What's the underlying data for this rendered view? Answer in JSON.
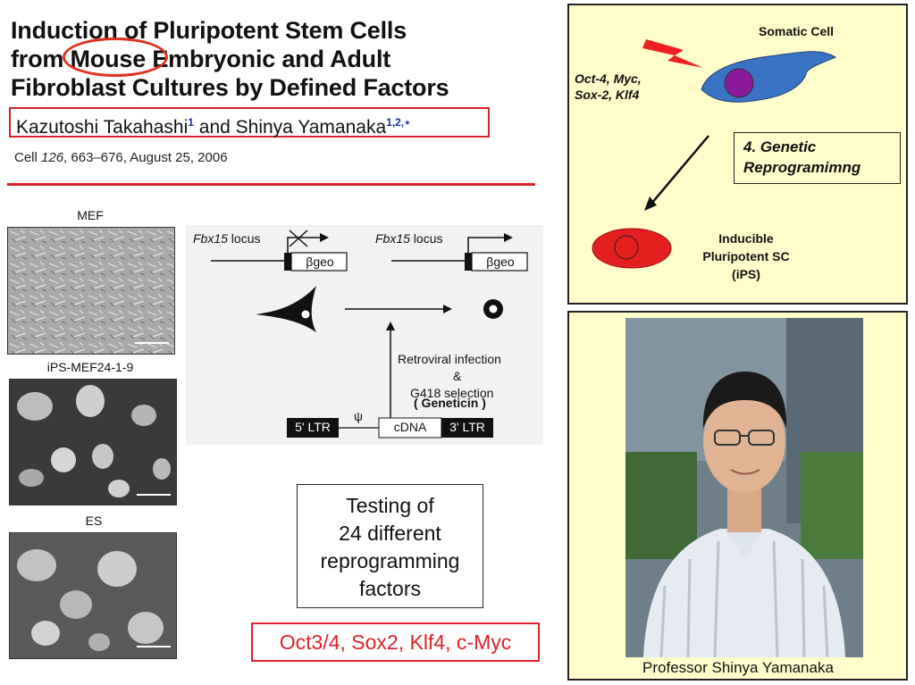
{
  "paper": {
    "title_line1": "Induction of Pluripotent Stem Cells",
    "title_line2_pre": "from ",
    "title_line2_highlight": "Mouse",
    "title_line2_post": " Embryonic and Adult",
    "title_line3": "Fibroblast Cultures by Defined Factors",
    "author1": "Kazutoshi Takahashi",
    "author1_sup": "1",
    "author_and": " and Shinya Yamanaka",
    "author2_sup": "1,2,⋆",
    "citation_journal": "Cell ",
    "citation_volume": "126",
    "citation_rest": ", 663–676, August 25, 2006"
  },
  "images": {
    "mef_label": "MEF",
    "ips_label": "iPS-MEF24-1-9",
    "es_label": "ES"
  },
  "diagram": {
    "locus_left": "Fbx15",
    "locus_left_suffix": " locus",
    "locus_right": "Fbx15",
    "locus_right_suffix": " locus",
    "bgeo_left": "βgeo",
    "bgeo_right": "βgeo",
    "infection_line1": "Retroviral infection",
    "infection_line2": "&",
    "infection_line3": "G418 selection",
    "geneticin": "( Geneticin )",
    "ltr5": "5' LTR",
    "psi": "ψ",
    "cdna": "cDNA",
    "ltr3": "3' LTR"
  },
  "testing_box": {
    "line1": "Testing of",
    "line2": "24 different",
    "line3": "reprogramming",
    "line4": "factors"
  },
  "factors": "Oct3/4, Sox2, Klf4, c-Myc",
  "right_panel": {
    "somatic_cell": "Somatic Cell",
    "factors_line1": "Oct-4, Myc,",
    "factors_line2": "Sox-2, Klf4",
    "reprog_line1": "4. Genetic",
    "reprog_line2": "Reprogramimng",
    "ips_line1": "Inducible",
    "ips_line2": "Pluripotent SC",
    "ips_line3": "(iPS)"
  },
  "photo_caption": "Professor Shinya Yamanaka",
  "colors": {
    "accent_red": "#d8232a",
    "panel_yellow": "#fffdc9",
    "somatic_blue": "#3a72c4",
    "nucleus_purple": "#8a1a9a",
    "ips_red": "#e41f1f"
  }
}
